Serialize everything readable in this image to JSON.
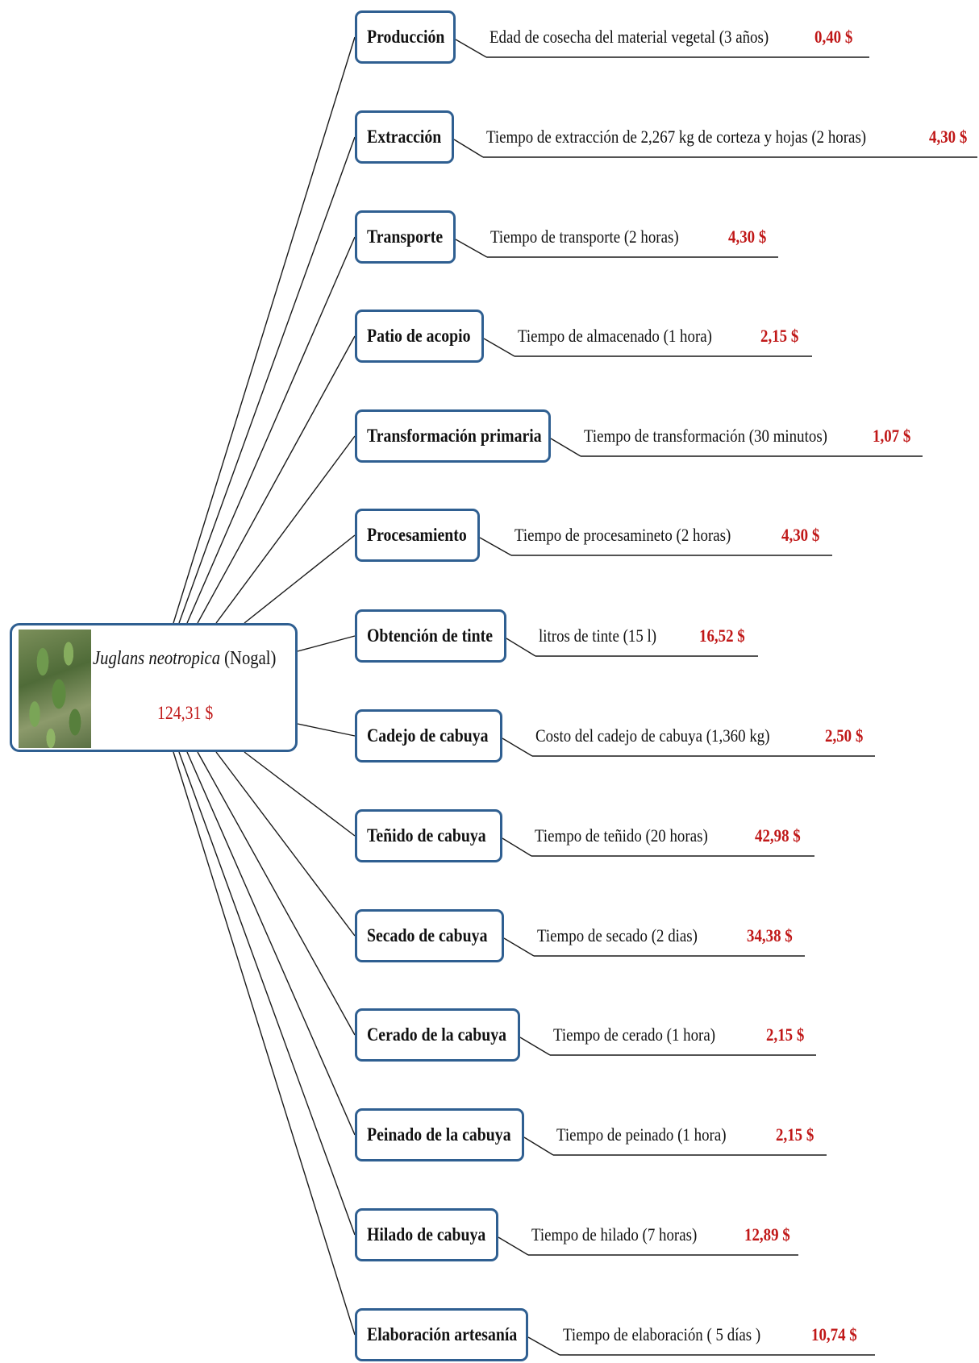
{
  "root": {
    "name_italic": "Juglans neotropica",
    "name_common": "(Nogal)",
    "total": "124,31 $"
  },
  "steps": [
    {
      "label": "Producción",
      "desc": "Edad de cosecha del material vegetal (3 años)",
      "cost": "0,40 $"
    },
    {
      "label": "Extracción",
      "desc": "Tiempo de extracción de 2,267 kg  de corteza y hojas (2 horas)",
      "cost": "4,30 $"
    },
    {
      "label": "Transporte",
      "desc": "Tiempo de transporte (2 horas)",
      "cost": "4,30 $"
    },
    {
      "label": "Patio de acopio",
      "desc": "Tiempo de almacenado (1 hora)",
      "cost": "2,15 $"
    },
    {
      "label": "Transformación primaria",
      "desc": "Tiempo de transformación (30 minutos)",
      "cost": "1,07 $"
    },
    {
      "label": "Procesamiento",
      "desc": "Tiempo de procesamineto (2 horas)",
      "cost": "4,30 $"
    },
    {
      "label": "Obtención de tinte",
      "desc": "litros de tinte (15 l)",
      "cost": "16,52 $"
    },
    {
      "label": "Cadejo de cabuya",
      "desc": "Costo del cadejo de cabuya (1,360 kg)",
      "cost": "2,50 $"
    },
    {
      "label": "Teñido de cabuya",
      "desc": "Tiempo de teñido (20 horas)",
      "cost": "42,98 $"
    },
    {
      "label": "Secado de cabuya",
      "desc": "Tiempo de secado (2 dias)",
      "cost": "34,38 $"
    },
    {
      "label": "Cerado de la cabuya",
      "desc": "Tiempo de cerado (1 hora)",
      "cost": "2,15 $"
    },
    {
      "label": "Peinado de la cabuya",
      "desc": "Tiempo de peinado (1 hora)",
      "cost": "2,15 $"
    },
    {
      "label": "Hilado de cabuya",
      "desc": "Tiempo de hilado (7 horas)",
      "cost": "12,89 $"
    },
    {
      "label": "Elaboración artesanía",
      "desc": "Tiempo de elaboración ( 5 días )",
      "cost": "10,74 $"
    }
  ]
}
